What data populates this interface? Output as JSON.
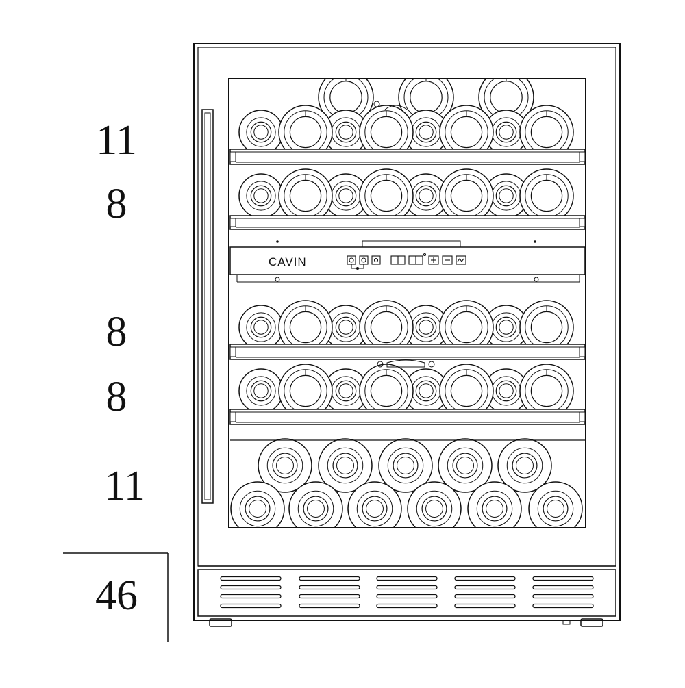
{
  "shelf_counts": [
    "11",
    "8",
    "8",
    "8",
    "11"
  ],
  "total_count": "46",
  "panel": {
    "brand": "CAVIN",
    "controls": [
      "power-icon",
      "light-icon",
      "zone-icon",
      "temp-display-left",
      "temp-display-right",
      "plus-icon",
      "minus-icon",
      "unit-icon"
    ]
  },
  "colors": {
    "line": "#111111",
    "background": "#ffffff"
  }
}
